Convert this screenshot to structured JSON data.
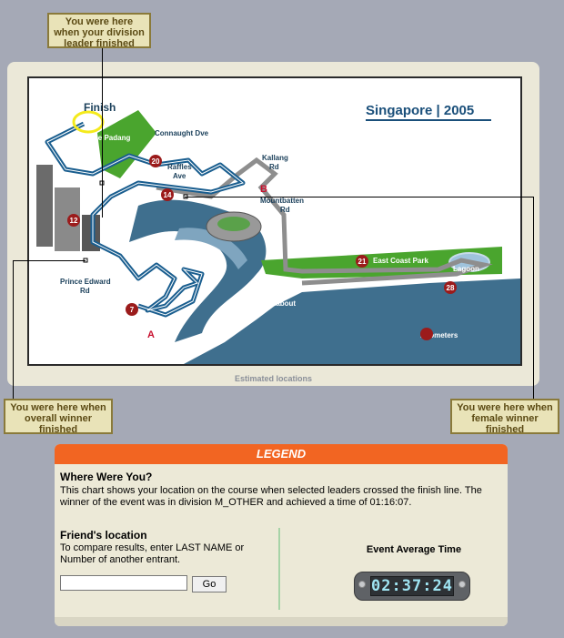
{
  "callouts": {
    "division_leader": "You were here when your division leader finished",
    "overall_winner": "You were here when overall winner finished",
    "female_winner": "You were here when female winner finished"
  },
  "map": {
    "title": "Singapore | 2005",
    "finish_label": "Finish",
    "places": {
      "padang": "The Padang",
      "connaught": "Connaught Dve",
      "raffles": "Raffles\nAve",
      "kallang": "Kallang\nRd",
      "mountbatten": "Mountbatten\nRd",
      "east_coast": "East Coast Park",
      "lagoon": "Lagoon",
      "fort_rd": "Fort Rd\nRoundabout",
      "prince_edward": "Prince Edward\nRd",
      "kilometers": "Kilometers"
    },
    "km_markers": [
      "7",
      "12",
      "14",
      "20",
      "21",
      "28"
    ],
    "points": {
      "a": "A",
      "b": "B"
    },
    "footer": "Estimated locations"
  },
  "legend": {
    "header": "LEGEND",
    "where_title": "Where Were You?",
    "where_text": "This chart shows your location on the course when selected leaders crossed the finish line. The winner of the event was in division M_OTHER and achieved a time of 01:16:07.",
    "friend_title": "Friend's location",
    "friend_text": "To compare results, enter LAST NAME or Number of another entrant.",
    "friend_value": "",
    "go_label": "Go",
    "avg_title": "Event Average Time",
    "avg_time": "02:37:24"
  },
  "colors": {
    "legend_bar": "#f26522",
    "route": "#1a5e8f",
    "water": "#3f6f8e",
    "park": "#4aa52e"
  }
}
